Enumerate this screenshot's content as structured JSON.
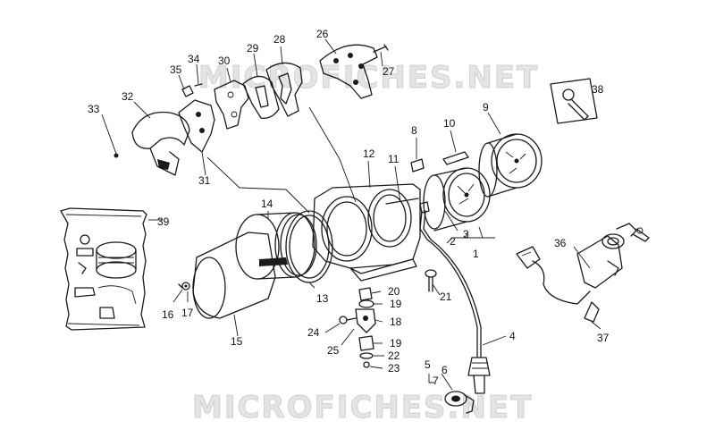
{
  "watermark": {
    "top_text": "MICROFICHES.NET",
    "bottom_text": "MICROFICHES.NET"
  },
  "callouts": [
    "1",
    "2",
    "3",
    "4",
    "5",
    "6",
    "7",
    "8",
    "9",
    "10",
    "11",
    "12",
    "13",
    "14",
    "15",
    "16",
    "17",
    "18",
    "19",
    "19",
    "20",
    "21",
    "22",
    "23",
    "24",
    "25",
    "26",
    "27",
    "28",
    "29",
    "30",
    "31",
    "32",
    "33",
    "34",
    "35",
    "36",
    "37",
    "38",
    "39"
  ]
}
